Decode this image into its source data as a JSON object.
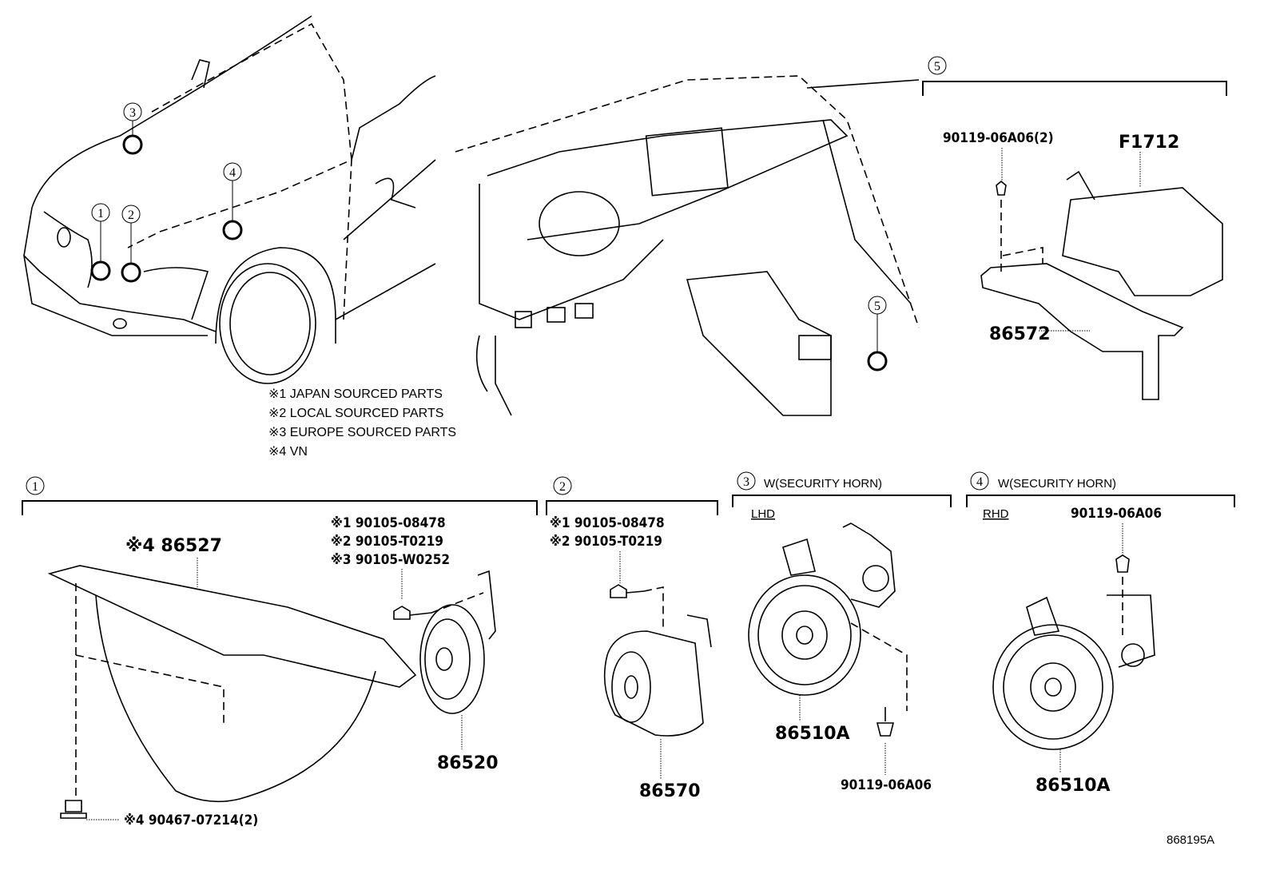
{
  "callouts": {
    "c1": "1",
    "c2": "2",
    "c3": "3",
    "c4": "4",
    "c5": "5"
  },
  "notes": [
    "※1 JAPAN SOURCED PARTS",
    "※2 LOCAL SOURCED PARTS",
    "※3 EUROPE SOURCED PARTS",
    "※4 VN"
  ],
  "section5": {
    "num": "5",
    "bolt": "90119-06A06(2)",
    "cover": "F1712",
    "bracket": "86572"
  },
  "section1": {
    "num": "1",
    "protector": "※4 86527",
    "bolts": [
      "※1 90105-08478",
      "※2 90105-T0219",
      "※3 90105-W0252"
    ],
    "horn": "86520",
    "clip": "※4 90467-07214(2)"
  },
  "section2": {
    "num": "2",
    "bolts": [
      "※1 90105-08478",
      "※2 90105-T0219"
    ],
    "horn": "86570"
  },
  "section3": {
    "num": "3",
    "title": "W(SECURITY HORN)",
    "drive": "LHD",
    "horn": "86510A",
    "bolt": "90119-06A06"
  },
  "section4": {
    "num": "4",
    "title": "W(SECURITY HORN)",
    "drive": "RHD",
    "horn": "86510A",
    "bolt": "90119-06A06"
  },
  "diagram_id": "868195A"
}
